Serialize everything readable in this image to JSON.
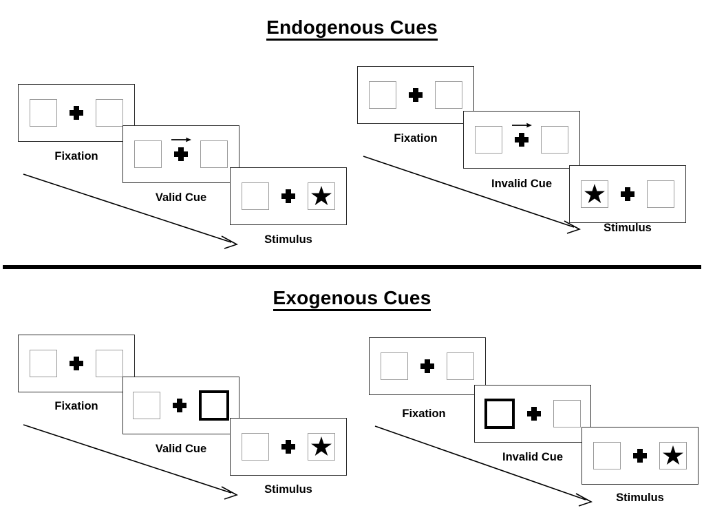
{
  "figure": {
    "sections": [
      {
        "id": "endogenous",
        "title": "Endogenous Cues",
        "conditions": [
          {
            "id": "endogenous-valid",
            "cue_type": "arrow",
            "panels": [
              {
                "label": "Fixation",
                "left_box": "empty",
                "right_box": "empty",
                "cue": "none",
                "center": "cross"
              },
              {
                "label": "Valid Cue",
                "left_box": "empty",
                "right_box": "empty",
                "cue": "arrow-right",
                "center": "cross-with-arrow"
              },
              {
                "label": "Stimulus",
                "left_box": "empty",
                "right_box": "star",
                "cue": "none",
                "center": "cross"
              }
            ]
          },
          {
            "id": "endogenous-invalid",
            "cue_type": "arrow",
            "panels": [
              {
                "label": "Fixation",
                "left_box": "empty",
                "right_box": "empty",
                "cue": "none",
                "center": "cross"
              },
              {
                "label": "Invalid Cue",
                "left_box": "empty",
                "right_box": "empty",
                "cue": "arrow-right",
                "center": "cross-with-arrow"
              },
              {
                "label": "Stimulus",
                "left_box": "star",
                "right_box": "empty",
                "cue": "none",
                "center": "cross"
              }
            ]
          }
        ]
      },
      {
        "id": "exogenous",
        "title": "Exogenous Cues",
        "conditions": [
          {
            "id": "exogenous-valid",
            "cue_type": "box-highlight",
            "panels": [
              {
                "label": "Fixation",
                "left_box": "empty",
                "right_box": "empty",
                "cue": "none",
                "center": "cross"
              },
              {
                "label": "Valid Cue",
                "left_box": "empty",
                "right_box": "cued",
                "cue": "right-box-highlight",
                "center": "cross"
              },
              {
                "label": "Stimulus",
                "left_box": "empty",
                "right_box": "star",
                "cue": "none",
                "center": "cross"
              }
            ]
          },
          {
            "id": "exogenous-invalid",
            "cue_type": "box-highlight",
            "panels": [
              {
                "label": "Fixation",
                "left_box": "empty",
                "right_box": "empty",
                "cue": "none",
                "center": "cross"
              },
              {
                "label": "Invalid Cue",
                "left_box": "cued",
                "right_box": "empty",
                "cue": "left-box-highlight",
                "center": "cross"
              },
              {
                "label": "Stimulus",
                "left_box": "empty",
                "right_box": "star",
                "cue": "none",
                "center": "cross"
              }
            ]
          }
        ]
      }
    ],
    "colors": {
      "panel_border": "#2b2b2b",
      "box_border": "#9a9a9a",
      "cue_box_border": "#000000",
      "star": "#000000",
      "cross": "#000000",
      "divider": "#000000",
      "text": "#000000",
      "background": "#ffffff"
    }
  }
}
